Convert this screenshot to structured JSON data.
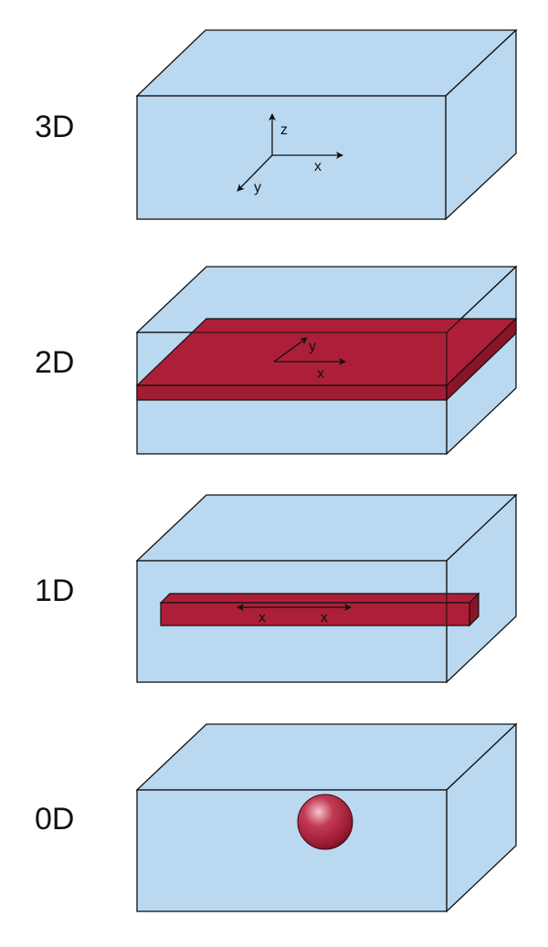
{
  "colors": {
    "box_fill": "#bad8f0",
    "box_stroke": "#111111",
    "material": "#ad1f38",
    "material_dark": "#8a1528",
    "sphere_highlight": "#f3c6cf"
  },
  "panels": [
    {
      "label": "3D",
      "structure": "bulk",
      "axes": {
        "x": "x",
        "y": "y",
        "z": "z"
      }
    },
    {
      "label": "2D",
      "structure": "slab",
      "axes": {
        "x": "x",
        "y": "y"
      }
    },
    {
      "label": "1D",
      "structure": "wire",
      "axes": {
        "x_left": "x",
        "x_right": "x"
      }
    },
    {
      "label": "0D",
      "structure": "dot"
    }
  ]
}
